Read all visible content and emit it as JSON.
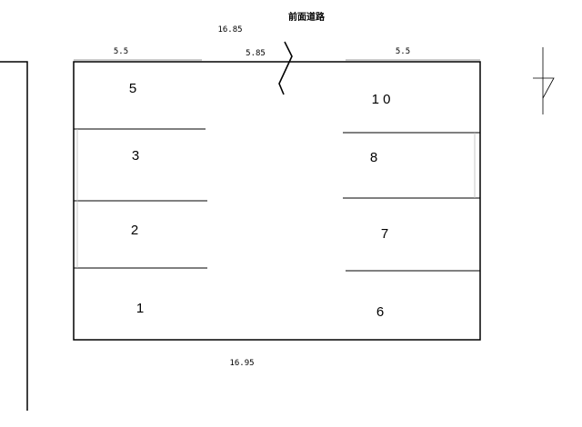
{
  "road_label": "前面道路",
  "dimensions": {
    "top_total": "16.85",
    "top_left": "5.5",
    "top_middle": "5.85",
    "top_right": "5.5",
    "bottom_total": "16.95"
  },
  "spaces": {
    "left": [
      "5",
      "3",
      "2",
      "1"
    ],
    "right": [
      "1 0",
      "8",
      "7",
      "6"
    ]
  }
}
